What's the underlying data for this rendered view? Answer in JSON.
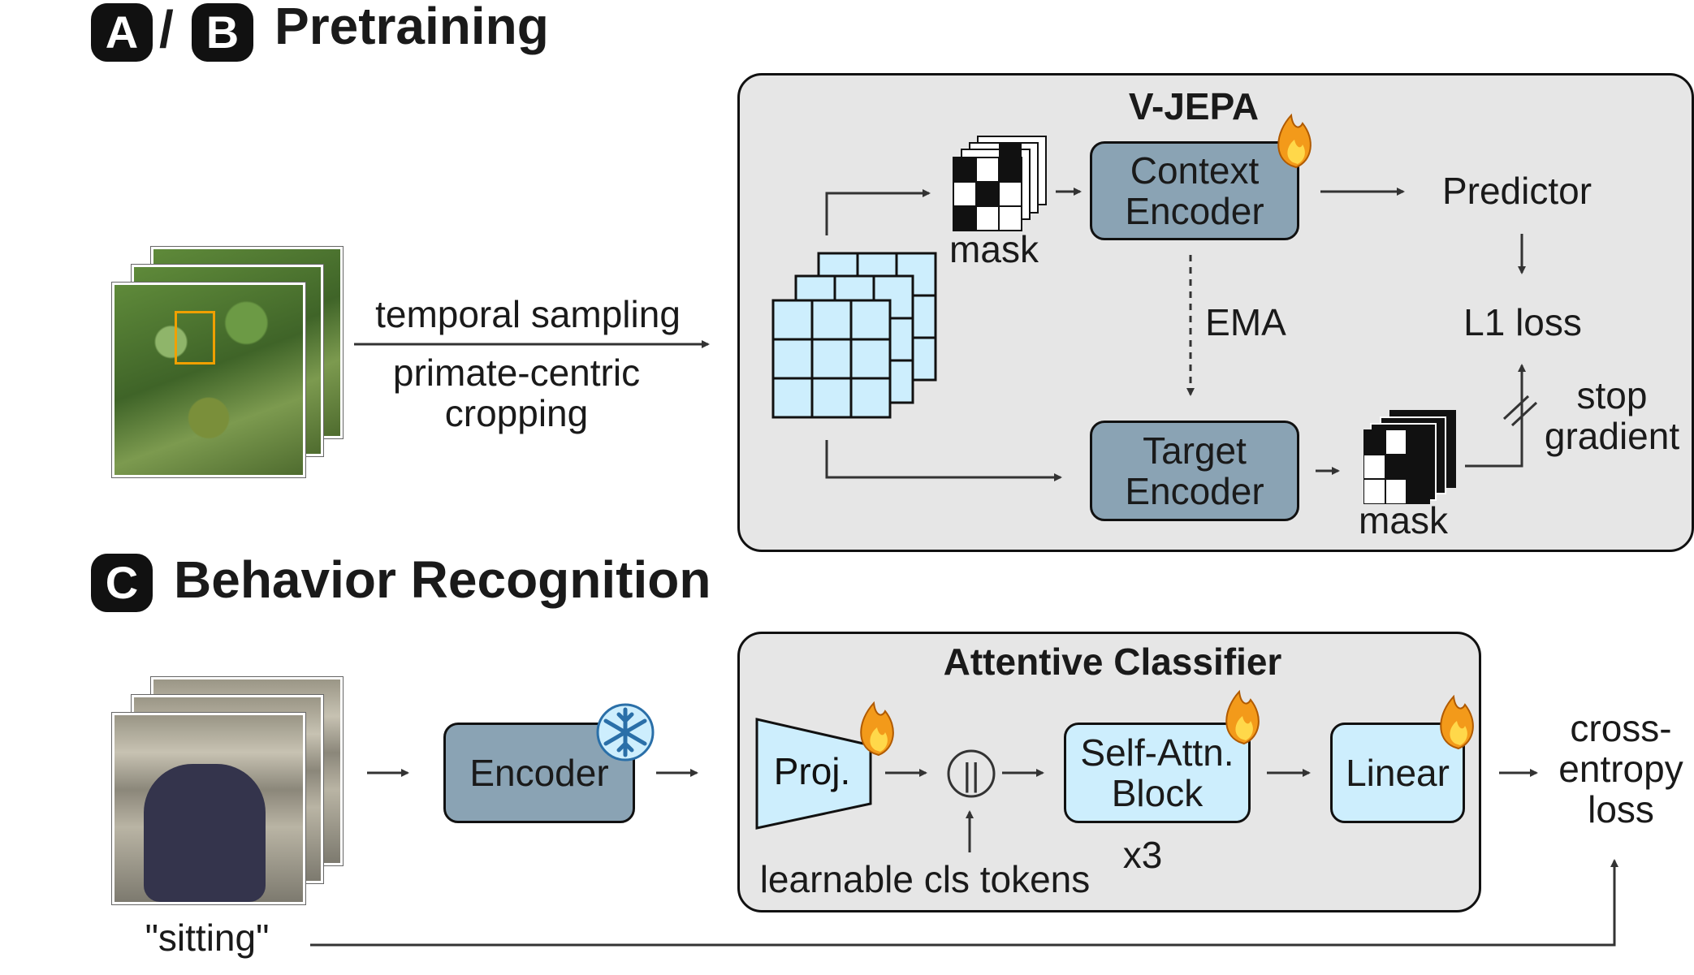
{
  "sections": {
    "pretraining": {
      "badge_a": "A",
      "slash": "/",
      "badge_b": "B",
      "title": "Pretraining"
    },
    "behavior": {
      "badge_c": "C",
      "title": "Behavior Recognition"
    }
  },
  "pretraining": {
    "arrow_top_label": "temporal sampling",
    "arrow_bottom_label": "primate-centric\ncropping",
    "vjepa": {
      "title": "V-JEPA",
      "context_encoder": "Context\nEncoder",
      "target_encoder": "Target\nEncoder",
      "predictor": "Predictor",
      "loss": "L1 loss",
      "ema": "EMA",
      "mask_top": "mask",
      "mask_bottom": "mask",
      "stop_gradient": "stop\ngradient"
    }
  },
  "behavior_recognition": {
    "label": "\"sitting\"",
    "encoder": "Encoder",
    "classifier": {
      "title": "Attentive Classifier",
      "proj": "Proj.",
      "concat_symbol": "||",
      "self_attn": "Self-Attn.\nBlock",
      "repeat": "x3",
      "linear": "Linear",
      "cls_tokens": "learnable cls tokens"
    },
    "loss": "cross-\nentropy\nloss"
  },
  "icons": {
    "trainable": "fire-icon",
    "frozen": "snowflake-icon"
  },
  "colors": {
    "encoder_fill": "#8aa3b4",
    "token_fill": "#cdeefd",
    "panel_fill": "#e6e6e6"
  }
}
